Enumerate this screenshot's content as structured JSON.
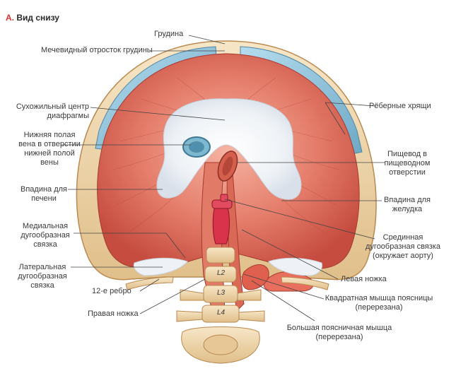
{
  "title": {
    "letter": "А.",
    "text": "Вид снизу"
  },
  "labels": {
    "grudina": "Грудина",
    "mechevidny": "Мечевидный отросток грудины",
    "suhozhil_1": "Сухожильный центр",
    "suhozhil_2": "диафрагмы",
    "vena_1": "Нижняя полая",
    "vena_2": "вена в отверстии",
    "vena_3": "нижней полой",
    "vena_4": "вены",
    "vpadina_pech_1": "Впадина для",
    "vpadina_pech_2": "печени",
    "medial_1": "Медиальная",
    "medial_2": "дугообразная",
    "medial_3": "связка",
    "lateral_1": "Латеральная",
    "lateral_2": "дугообразная",
    "lateral_3": "связка",
    "rebro12": "12-е ребро",
    "pravaya": "Правая ножка",
    "rebernye": "Рёберные хрящи",
    "pishchevod_1": "Пищевод в",
    "pishchevod_2": "пищеводном",
    "pishchevod_3": "отверстии",
    "vpadina_zhel_1": "Впадина для",
    "vpadina_zhel_2": "желудка",
    "sredinnaya_1": "Срединная",
    "sredinnaya_2": "дугообразная связка",
    "sredinnaya_3": "(окружает аорту)",
    "levaya": "Левая ножка",
    "kvadratnaya_1": "Квадратная мышца поясницы",
    "kvadratnaya_2": "(перерезана)",
    "bolshaya_1": "Большая поясничная мышца",
    "bolshaya_2": "(перерезана)",
    "l2": "L2",
    "l3": "L3",
    "l4": "L4"
  },
  "colors": {
    "muscle": "#d9675a",
    "muscle_light": "#f29a88",
    "tendon": "#f1f4f8",
    "cartilage": "#8fc3dc",
    "bone": "#f0d9b0",
    "vessel": "#d8334a",
    "leader": "#444444"
  }
}
